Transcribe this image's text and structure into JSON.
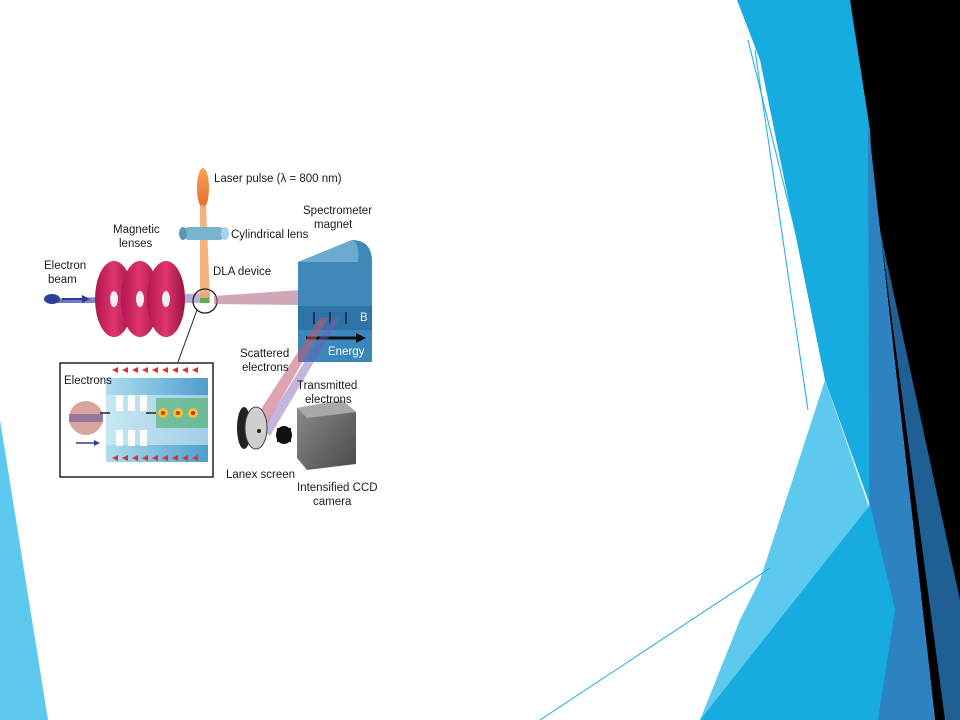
{
  "colors": {
    "accent_light": "#5ec9ef",
    "accent_mid": "#17ace0",
    "accent_dark": "#2d82c2",
    "accent_deep": "#1f5f94",
    "black_panel": "#000000"
  },
  "diagram": {
    "labels": {
      "laser_pulse": "Laser pulse (λ = 800 nm)",
      "cylindrical_lens": "Cylindrical lens",
      "spectrometer_line1": "Spectrometer",
      "spectrometer_line2": "magnet",
      "magnetic_line1": "Magnetic",
      "magnetic_line2": "lenses",
      "electron_beam_line1": "Electron",
      "electron_beam_line2": "beam",
      "dla_device": "DLA device",
      "field_b": "B",
      "energy": "Energy",
      "scattered_line1": "Scattered",
      "scattered_line2": "electrons",
      "transmitted_line1": "Transmitted",
      "transmitted_line2": "electrons",
      "electrons": "Electrons",
      "lanex_screen": "Lanex screen",
      "ccd_line1": "Intensified CCD",
      "ccd_line2": "camera"
    }
  }
}
